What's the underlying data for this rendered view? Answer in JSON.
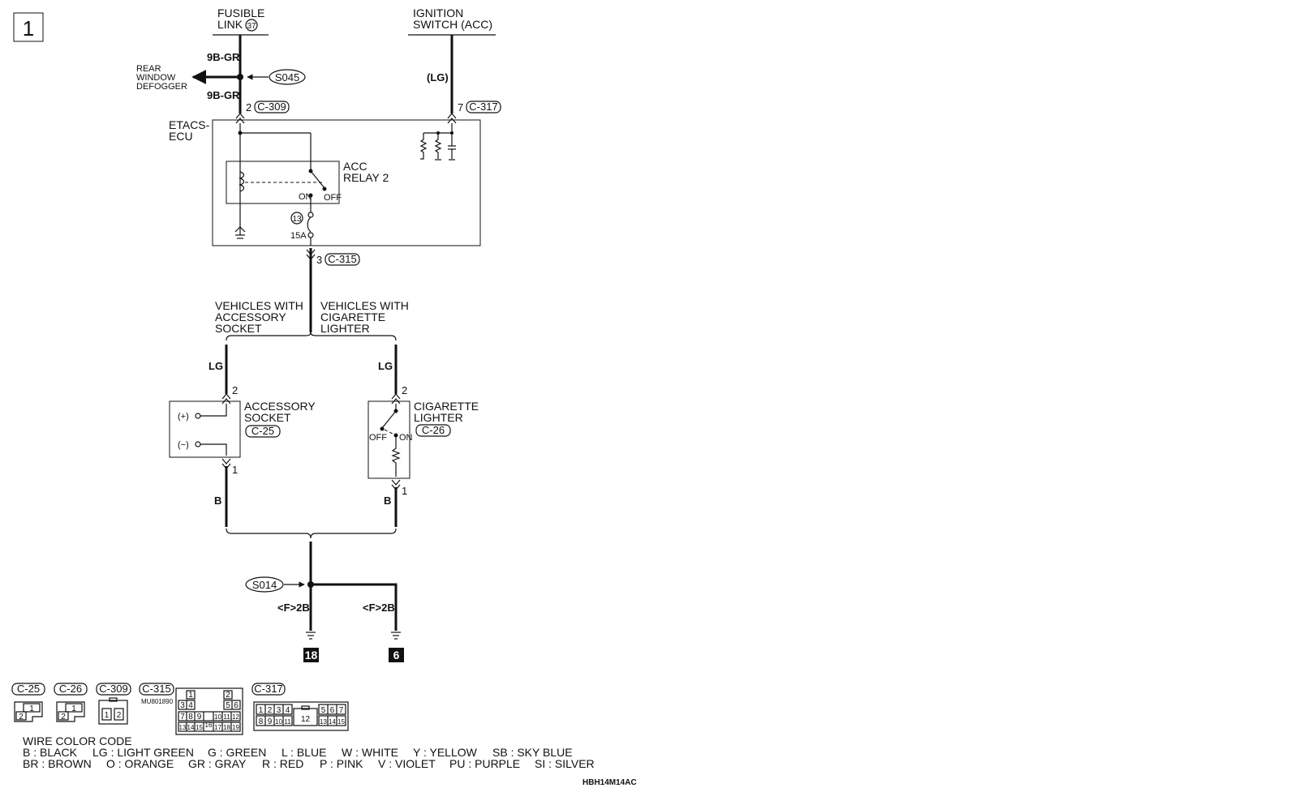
{
  "page_number": "1",
  "sources": {
    "fusible_link": {
      "line1": "FUSIBLE",
      "line2": "LINK",
      "number": "37"
    },
    "ignition_switch": {
      "line1": "IGNITION",
      "line2": "SWITCH (ACC)"
    }
  },
  "rear_defogger": {
    "line1": "REAR",
    "line2": "WINDOW",
    "line3": "DEFOGGER"
  },
  "splices": {
    "s045": "S045",
    "s014": "S014"
  },
  "wire_colors": {
    "upper_left": "9B-GR",
    "lower_left": "9B-GR",
    "ignition": "(LG)",
    "socket_top": "LG",
    "lighter_top": "LG",
    "socket_bottom": "B",
    "lighter_bottom": "B",
    "ground_left": "<F>2B",
    "ground_right": "<F>2B"
  },
  "pins": {
    "c309": "2",
    "c317": "7",
    "c315": "3",
    "socket_top": "2",
    "socket_bottom": "1",
    "lighter_top": "2",
    "lighter_bottom": "1"
  },
  "connectors": {
    "c309": "C-309",
    "c317": "C-317",
    "c315": "C-315",
    "c25": "C-25",
    "c26": "C-26"
  },
  "etacs": {
    "line1": "ETACS-",
    "line2": "ECU"
  },
  "relay": {
    "line1": "ACC",
    "line2": "RELAY 2",
    "on": "ON",
    "off": "OFF"
  },
  "fuse": {
    "number": "13",
    "rating": "15A"
  },
  "branches": {
    "left": {
      "line1": "VEHICLES WITH",
      "line2": "ACCESSORY",
      "line3": "SOCKET"
    },
    "right": {
      "line1": "VEHICLES WITH",
      "line2": "CIGARETTE",
      "line3": "LIGHTER"
    }
  },
  "accessory_socket": {
    "line1": "ACCESSORY",
    "line2": "SOCKET",
    "plus": "(+)",
    "minus": "(−)"
  },
  "cigarette_lighter": {
    "line1": "CIGARETTE",
    "line2": "LIGHTER",
    "off": "OFF",
    "on": "ON"
  },
  "grounds": {
    "left": "18",
    "right": "6"
  },
  "connector_legend": {
    "labels": [
      "C-25",
      "C-26",
      "C-309",
      "C-315",
      "C-317"
    ],
    "part_number": "MU801890",
    "c25_pins": [
      "1",
      "2"
    ],
    "c26_pins": [
      "1",
      "2"
    ],
    "c309_pins": [
      "1",
      "2"
    ],
    "c315_pins": [
      "1",
      "2",
      "3",
      "4",
      "5",
      "6",
      "7",
      "8",
      "9",
      "10",
      "11",
      "12",
      "13",
      "14",
      "15",
      "16",
      "17",
      "18",
      "19"
    ],
    "c317_pins": [
      "1",
      "2",
      "3",
      "4",
      "5",
      "6",
      "7",
      "8",
      "9",
      "10",
      "11",
      "12",
      "13",
      "14",
      "15"
    ]
  },
  "wire_color_code": {
    "title": "WIRE COLOR CODE",
    "row1": [
      "B : BLACK",
      "LG : LIGHT GREEN",
      "G : GREEN",
      "L : BLUE",
      "W : WHITE",
      "Y : YELLOW",
      "SB : SKY BLUE"
    ],
    "row2": [
      "BR : BROWN",
      "O : ORANGE",
      "GR : GRAY",
      "R : RED",
      "P : PINK",
      "V : VIOLET",
      "PU : PURPLE",
      "SI : SILVER"
    ]
  },
  "figure_code": "HBH14M14AC"
}
